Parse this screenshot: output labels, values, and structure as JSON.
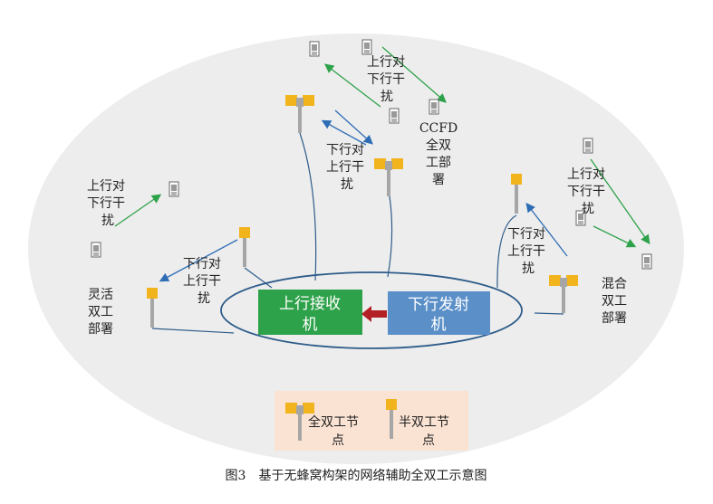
{
  "colors": {
    "background_ellipse": "#ededed",
    "uplink_box": "#2ea24a",
    "downlink_box": "#5b8fc8",
    "arrow_red": "#b32025",
    "green_arrow": "#2ea24a",
    "blue_arrow": "#2e6db5",
    "legend_bg": "#fbe3d3",
    "node_yellow": "#f2b41d",
    "pole_grey": "#a6a6a6"
  },
  "center": {
    "uplink_receiver": [
      "上行接收",
      "机"
    ],
    "downlink_transmitter": [
      "下行发射",
      "机"
    ]
  },
  "labels": {
    "ul_dl_top": [
      "上行对",
      "下行干",
      "扰"
    ],
    "ccfd": [
      "CCFD",
      "全双",
      "工部",
      "署"
    ],
    "dl_ul_top": [
      "下行对",
      "上行干",
      "扰"
    ],
    "ul_dl_left": [
      "上行对",
      "下行干",
      "扰"
    ],
    "dl_ul_left": [
      "下行对",
      "上行干",
      "扰"
    ],
    "flexible": [
      "灵活",
      "双工",
      "部署"
    ],
    "dl_ul_right": [
      "下行对",
      "上行干",
      "扰"
    ],
    "ul_dl_right": [
      "上行对",
      "下行干",
      "扰"
    ],
    "hybrid": [
      "混合",
      "双工",
      "部署"
    ]
  },
  "legend": {
    "full_duplex": [
      "全双工节",
      "点"
    ],
    "half_duplex": [
      "半双工节",
      "点"
    ]
  },
  "caption": "图3　基于无蜂窝构架的网络辅助全双工示意图"
}
